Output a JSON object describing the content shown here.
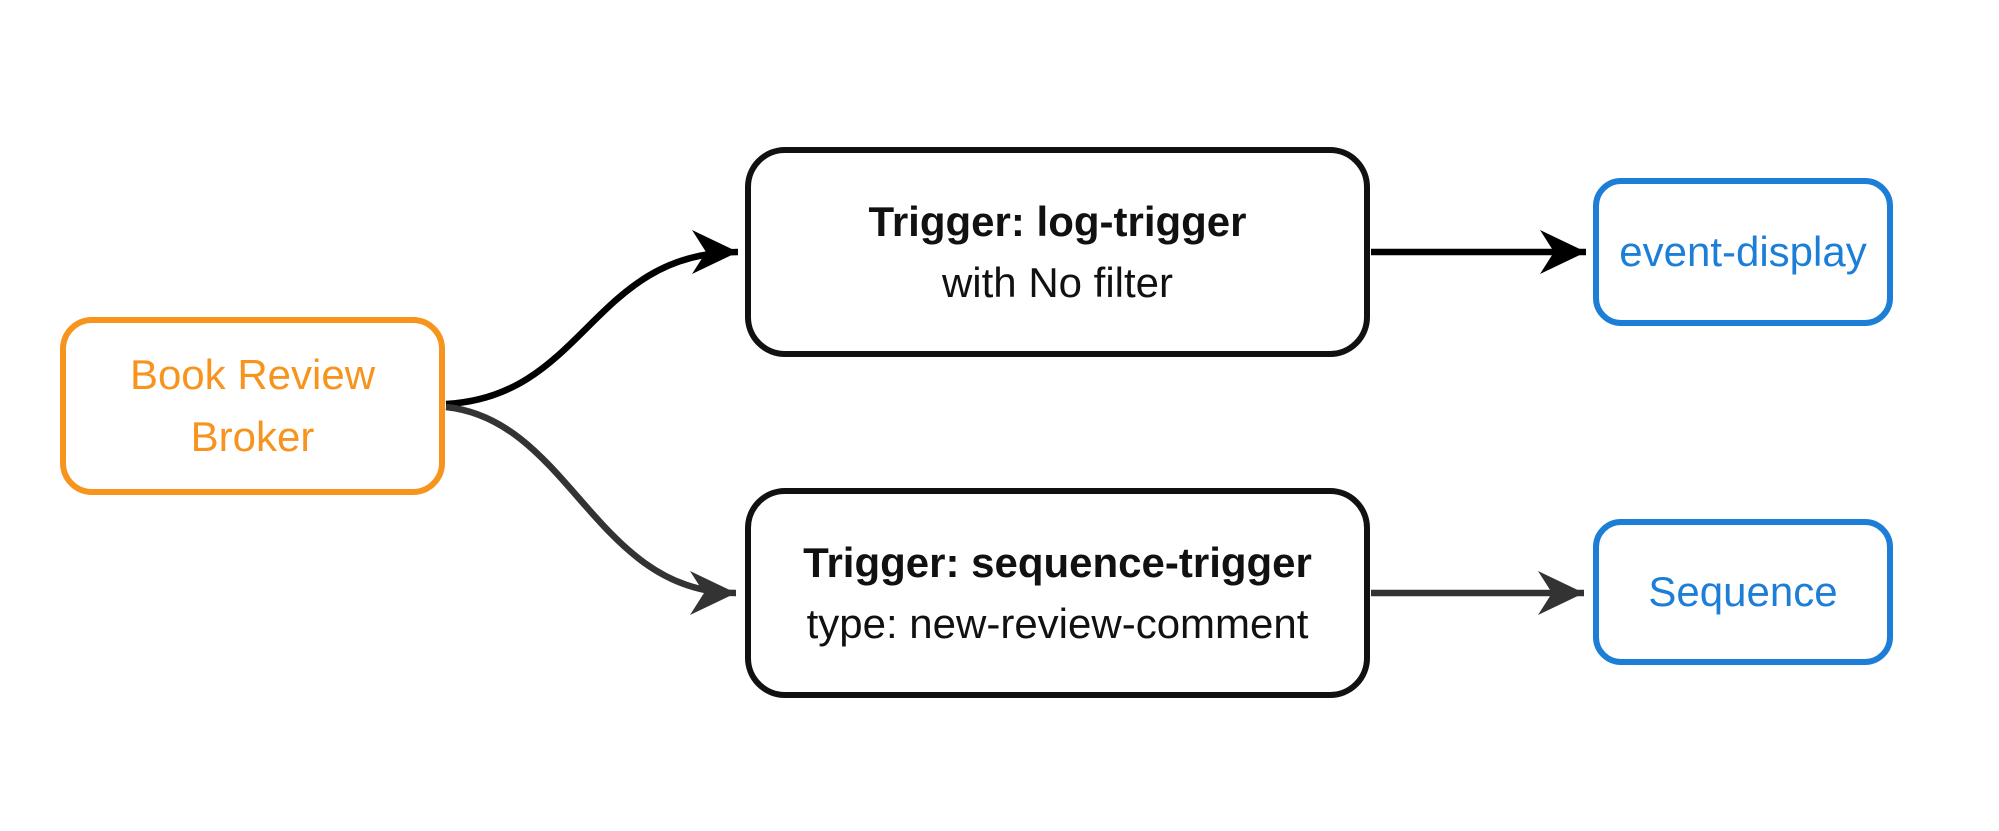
{
  "diagram": {
    "background_color": "#ffffff",
    "nodes": {
      "broker": {
        "label": "Book Review Broker",
        "border_color": "#F7941E",
        "text_color": "#F7941E",
        "fill_color": "#ffffff"
      },
      "log_trigger": {
        "title": "Trigger: log-trigger",
        "subtitle": "with No filter",
        "border_color": "#111111",
        "text_color": "#111111",
        "fill_color": "#ffffff"
      },
      "sequence_trigger": {
        "title": "Trigger: sequence-trigger",
        "subtitle": "type: new-review-comment",
        "border_color": "#111111",
        "text_color": "#111111",
        "fill_color": "#ffffff"
      },
      "event_display": {
        "label": "event-display",
        "border_color": "#1C7ED6",
        "text_color": "#1C7ED6",
        "fill_color": "#ffffff"
      },
      "sequence": {
        "label": "Sequence",
        "border_color": "#1C7ED6",
        "text_color": "#1C7ED6",
        "fill_color": "#ffffff"
      }
    },
    "edges": [
      {
        "from": "broker",
        "to": "log_trigger",
        "style": "curved",
        "color": "#000000"
      },
      {
        "from": "broker",
        "to": "sequence_trigger",
        "style": "curved",
        "color": "#333333"
      },
      {
        "from": "log_trigger",
        "to": "event_display",
        "style": "straight",
        "color": "#000000"
      },
      {
        "from": "sequence_trigger",
        "to": "sequence",
        "style": "straight",
        "color": "#333333"
      }
    ]
  }
}
